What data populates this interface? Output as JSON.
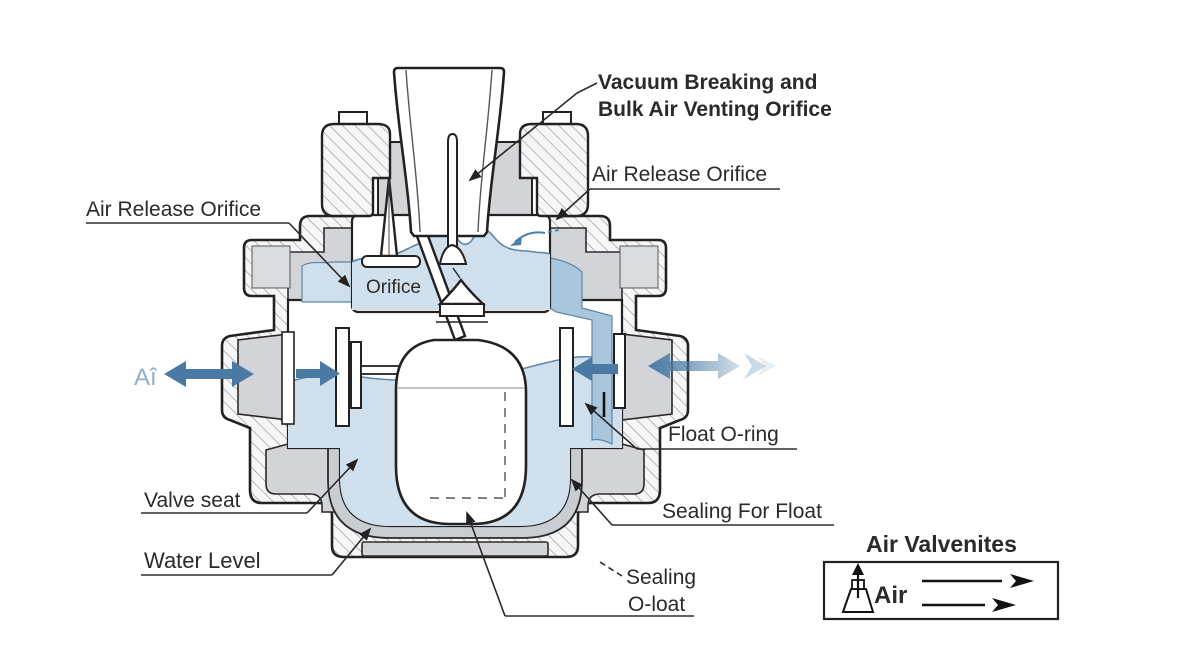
{
  "diagram": {
    "title_label": {
      "line1": "Vacuum Breaking and",
      "line2": "Bulk Air Venting Orifice"
    },
    "labels": {
      "air_release_right": "Air Release Orifice",
      "air_release_left": "Air Release Orifice",
      "orifice": "Orifice",
      "air_left": "Aî",
      "float_oring": "Float O-ring",
      "valve_seat": "Valve seat",
      "water_level": "Water Level",
      "sealing_for_float": "Sealing For Float",
      "sealing_line1": "Sealing",
      "sealing_line2": "O-loat"
    },
    "legend": {
      "title": "Air Valvenites",
      "air_label": "Air"
    },
    "colors": {
      "water_light": "#cfdfec",
      "water_dark": "#a9c6dd",
      "flow_arrow": "#4a7aa4",
      "flow_arrow_faded": "#9db9d0",
      "metal_gray": "#d2d4d8",
      "hatch_line": "#8b8f94",
      "outline": "#222222",
      "wave_line": "#5d87a8",
      "air_text_blue": "#8fafc9"
    }
  }
}
